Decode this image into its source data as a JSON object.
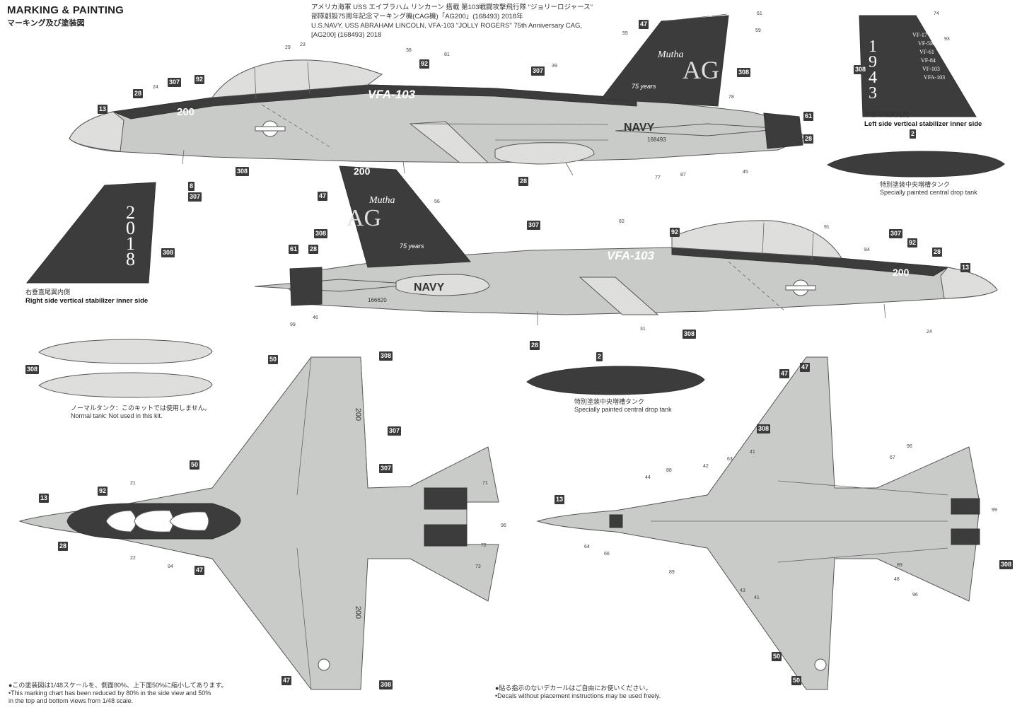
{
  "header": {
    "title_en": "MARKING & PAINTING",
    "title_jp": "マーキング及び塗装図",
    "subtitle_jp_1": "アメリカ海軍 USS エイブラハム リンカーン 搭載 第103戦闘攻撃飛行隊 \"ジョリーロジャース\"",
    "subtitle_jp_2": "部隊創設75周年記念マーキング機(CAG機)「AG200」(168493) 2018年",
    "subtitle_en_1": "U.S.NAVY, USS ABRAHAM LINCOLN, VFA-103 \"JOLLY ROGERS\" 75th Anniversary CAG,",
    "subtitle_en_2": "[AG200] (168493) 2018"
  },
  "captions": {
    "left_stab_jp": "左垂直尾翼内側",
    "left_stab_en": "Left side vertical stabilizer inner side",
    "right_stab_jp": "右垂直尾翼内側",
    "right_stab_en": "Right side vertical stabilizer inner side",
    "drop_tank_jp": "特別塗装中央増槽タンク",
    "drop_tank_en": "Specially painted central drop tank",
    "normal_tank_jp": "ノーマルタンク：このキットでは使用しません。",
    "normal_tank_en": "Normal tank: Not used in this kit.",
    "scale_note_jp": "●この塗装図は1/48スケールを、側面80%、上下面50%に縮小してあります。",
    "scale_note_en_1": "•This marking chart has been reduced by 80% in the side view and 50%",
    "scale_note_en_2": "in the top and bottom views from 1/48 scale.",
    "decal_note_jp": "●貼る指示のないデカールはご自由にお使いください。",
    "decal_note_en": "•Decals without placement instructions may be used freely."
  },
  "markings": {
    "squadron": "VFA-103",
    "navy": "NAVY",
    "modex": "200",
    "tail_text": "Mutha",
    "tail_ag": "AG",
    "years": "75 years",
    "bureau_no_left": "168493",
    "bureau_no_right": "166620",
    "year_right_stab": "2018",
    "year_left_stab": "1943",
    "squadrons_list": [
      "VF-17",
      "VF-5B",
      "VF-61",
      "VF-84",
      "VF-103",
      "VFA-103"
    ]
  },
  "colors": {
    "gull_gray": "#c9cbc9",
    "dark_gray": "#3c3c3c",
    "light_gray": "#dedfdd",
    "line": "#555555",
    "paint_box": "#3a3a3a"
  }
}
